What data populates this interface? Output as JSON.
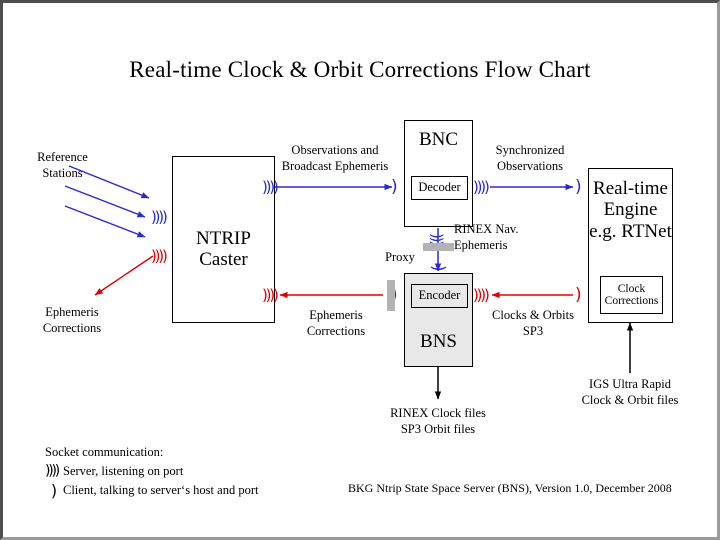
{
  "page": {
    "title": "Real-time Clock & Orbit Corrections Flow Chart",
    "footer": "BKG Ntrip State Space Server (BNS), Version 1.0, December 2008",
    "background_color": "#ffffff",
    "frame_border_color": "#4d4d4d"
  },
  "colors": {
    "observation_flow": "#2a2ad0",
    "correction_flow": "#e00000",
    "file_flow": "#000000",
    "box_fill": "#ffffff",
    "box_fill_gray": "#e8e8e8",
    "proxy_bar": "#b3b3b3"
  },
  "nodes": {
    "ntrip_caster": {
      "title_line1": "NTRIP",
      "title_line2": "Caster"
    },
    "bnc": {
      "title": "BNC",
      "subbox": "Decoder"
    },
    "bns": {
      "title": "BNS",
      "subbox": "Encoder"
    },
    "rt_engine": {
      "title_line1": "Real-time",
      "title_line2": "Engine",
      "title_line3": "e.g. RTNet",
      "subbox_line1": "Clock",
      "subbox_line2": "Corrections"
    }
  },
  "labels": {
    "reference_stations_line1": "Reference",
    "reference_stations_line2": "Stations",
    "ephemeris_corrections_left_line1": "Ephemeris",
    "ephemeris_corrections_left_line2": "Corrections",
    "observations_broadcast_line1": "Observations and",
    "observations_broadcast_line2": "Broadcast Ephemeris",
    "synchronized_obs_line1": "Synchronized",
    "synchronized_obs_line2": "Observations",
    "rinex_nav_line1": "RINEX Nav.",
    "rinex_nav_line2": "Ephemeris",
    "proxy": "Proxy",
    "ephemeris_corrections_mid_line1": "Ephemeris",
    "ephemeris_corrections_mid_line2": "Corrections",
    "clocks_orbits_line1": "Clocks & Orbits",
    "clocks_orbits_line2": "SP3",
    "rinex_files_line1": "RINEX Clock files",
    "rinex_files_line2": "SP3 Orbit files",
    "igs_files_line1": "IGS Ultra Rapid",
    "igs_files_line2": "Clock & Orbit files"
  },
  "legend": {
    "heading": "Socket communication:",
    "server_glyph": "))))",
    "server_text": "Server, listening on port",
    "client_glyph": ")",
    "client_text": "Client, talking to server‘s host and port"
  },
  "glyphs": {
    "server": "))))",
    "client": ")"
  }
}
